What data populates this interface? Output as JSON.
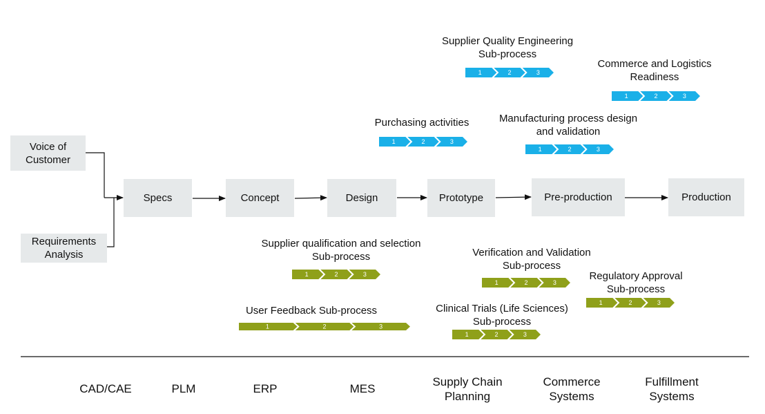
{
  "colors": {
    "blue": "#1ab0e8",
    "olive": "#8fa01a",
    "box": "#e6e9ea",
    "line": "#111111"
  },
  "inputs": [
    {
      "id": "voice",
      "label": "Voice of\nCustomer"
    },
    {
      "id": "req",
      "label": "Requirements\nAnalysis"
    }
  ],
  "stages": [
    "Specs",
    "Concept",
    "Design",
    "Prototype",
    "Pre-production",
    "Production"
  ],
  "subprocesses": [
    {
      "id": "sqe",
      "label": "Supplier Quality Engineering\nSub-process",
      "color": "blue",
      "steps": [
        "1",
        "2",
        "3"
      ]
    },
    {
      "id": "cl",
      "label": "Commerce and Logistics\nReadiness",
      "color": "blue",
      "steps": [
        "1",
        "2",
        "3"
      ]
    },
    {
      "id": "pa",
      "label": "Purchasing activities",
      "color": "blue",
      "steps": [
        "1",
        "2",
        "3"
      ]
    },
    {
      "id": "mpd",
      "label": "Manufacturing process design\nand validation",
      "color": "blue",
      "steps": [
        "1",
        "2",
        "3"
      ]
    },
    {
      "id": "sqs",
      "label": "Supplier qualification and selection\nSub-process",
      "color": "olive",
      "steps": [
        "1",
        "2",
        "3"
      ]
    },
    {
      "id": "vv",
      "label": "Verification and Validation\nSub-process",
      "color": "olive",
      "steps": [
        "1",
        "2",
        "3"
      ]
    },
    {
      "id": "ra",
      "label": "Regulatory Approval\nSub-process",
      "color": "olive",
      "steps": [
        "1",
        "2",
        "3"
      ]
    },
    {
      "id": "uf",
      "label": "User Feedback Sub-process",
      "color": "olive",
      "steps": [
        "1",
        "2",
        "3"
      ]
    },
    {
      "id": "ct",
      "label": "Clinical Trials (Life Sciences)\nSub-process",
      "color": "olive",
      "steps": [
        "1",
        "2",
        "3"
      ]
    }
  ],
  "systems": [
    "CAD/CAE",
    "PLM",
    "ERP",
    "MES",
    "Supply Chain\nPlanning",
    "Commerce\nSystems",
    "Fulfillment\nSystems"
  ]
}
